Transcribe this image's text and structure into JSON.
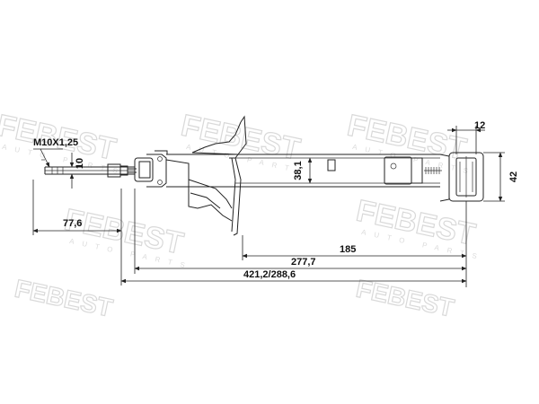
{
  "watermark": {
    "brand": "FEBEST",
    "subtitle": "AUTO PARTS"
  },
  "dimensions": {
    "thread": "M10X1,25",
    "rod_dia": "10",
    "rod_length": "77,6",
    "body_dia": "38,1",
    "eye_width": "12",
    "eye_dia": "42",
    "body_length": "185",
    "min_length": "277,7",
    "overall_length": "421,2/288,6"
  }
}
